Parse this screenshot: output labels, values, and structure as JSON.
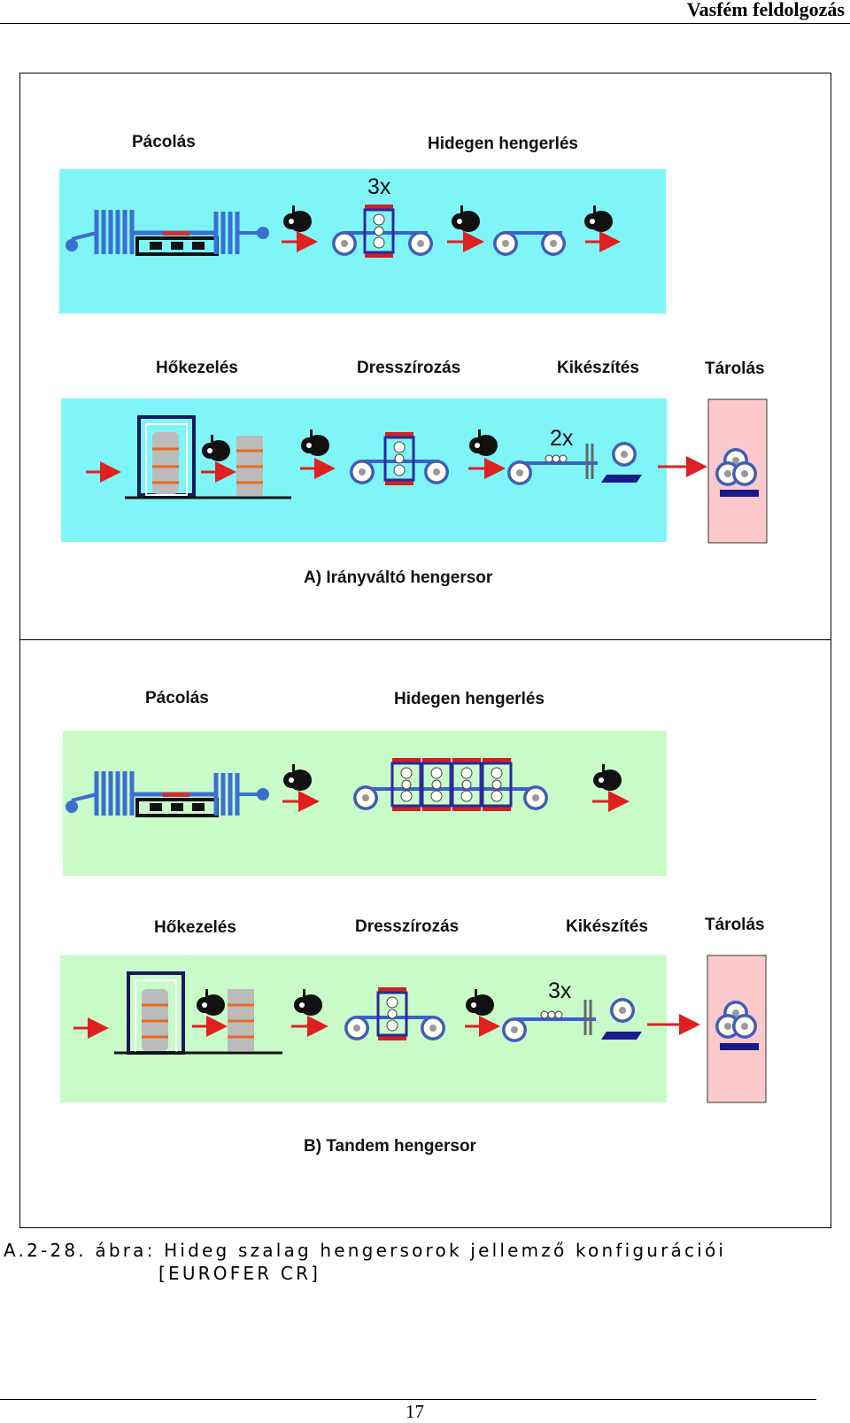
{
  "header": {
    "title": "Vasfém feldolgozás"
  },
  "figure_a": {
    "row1": {
      "label_left": "Pácolás",
      "label_right": "Hidegen hengerlés",
      "multiplier": "3x"
    },
    "row2": {
      "label_1": "Hőkezelés",
      "label_2": "Dresszírozás",
      "label_3": "Kikészítés",
      "label_4": "Tárolás",
      "multiplier": "2x"
    },
    "caption": "A) Irányváltó hengersor"
  },
  "figure_b": {
    "row1": {
      "label_left": "Pácolás",
      "label_right": "Hidegen hengerlés"
    },
    "row2": {
      "label_1": "Hőkezelés",
      "label_2": "Dresszírozás",
      "label_3": "Kikészítés",
      "label_4": "Tárolás",
      "multiplier": "3x"
    },
    "caption": "B) Tandem hengersor"
  },
  "caption": {
    "number": "A.2-28. ábra:",
    "text": "Hideg szalag hengersorok jellemző konfigurációi",
    "source": "[EUROFER CR]"
  },
  "footer": {
    "page_number": "17"
  },
  "colors": {
    "panel_a": "#80f5f8",
    "panel_b": "#c9fbc9",
    "storage": "#fbc9cc",
    "arrow": "#e02020",
    "strip": "#3a5fcf",
    "stand": "#d02020"
  }
}
